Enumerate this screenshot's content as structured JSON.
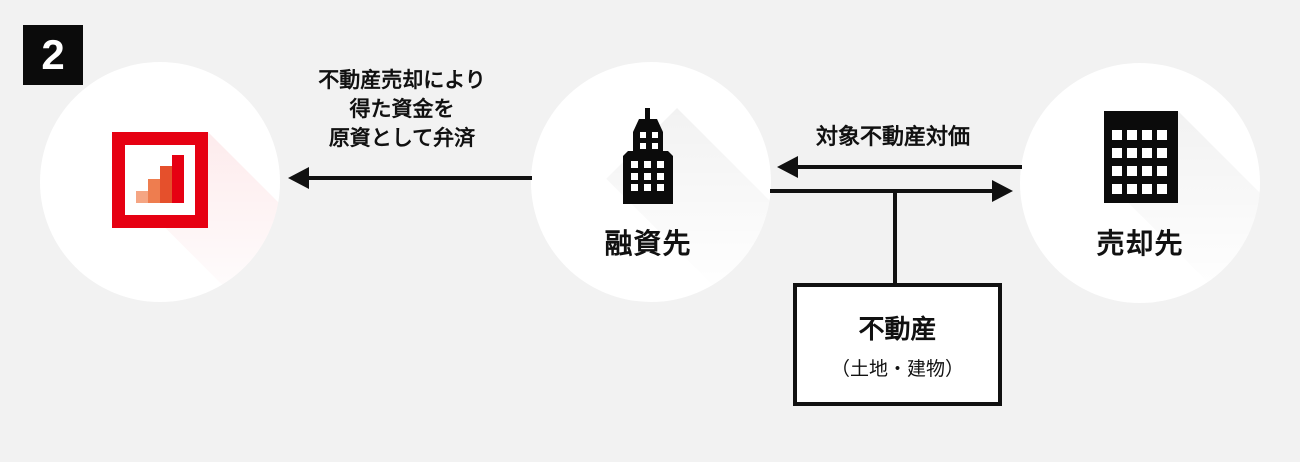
{
  "badge": {
    "label": "2"
  },
  "nodes": {
    "bank": {
      "icon": "bar-chart-logo"
    },
    "borrower": {
      "label": "融資先",
      "icon": "office-building"
    },
    "buyer": {
      "label": "売却先",
      "icon": "apartment-building"
    }
  },
  "arrows": {
    "repayment": {
      "line1": "不動産売却により",
      "line2": "得た資金を",
      "line3": "原資として弁済",
      "direction": "left"
    },
    "consideration": {
      "label": "対象不動産対価",
      "direction": "left"
    },
    "property_transfer": {
      "direction": "right"
    }
  },
  "asset_box": {
    "title": "不動産",
    "subtitle": "（土地・建物）"
  },
  "colors": {
    "background": "#f2f2f2",
    "ink": "#111111",
    "accent_red": "#e60012",
    "logo_bars": [
      "#f5a583",
      "#ee7d4f",
      "#e5502c",
      "#e60012"
    ]
  }
}
